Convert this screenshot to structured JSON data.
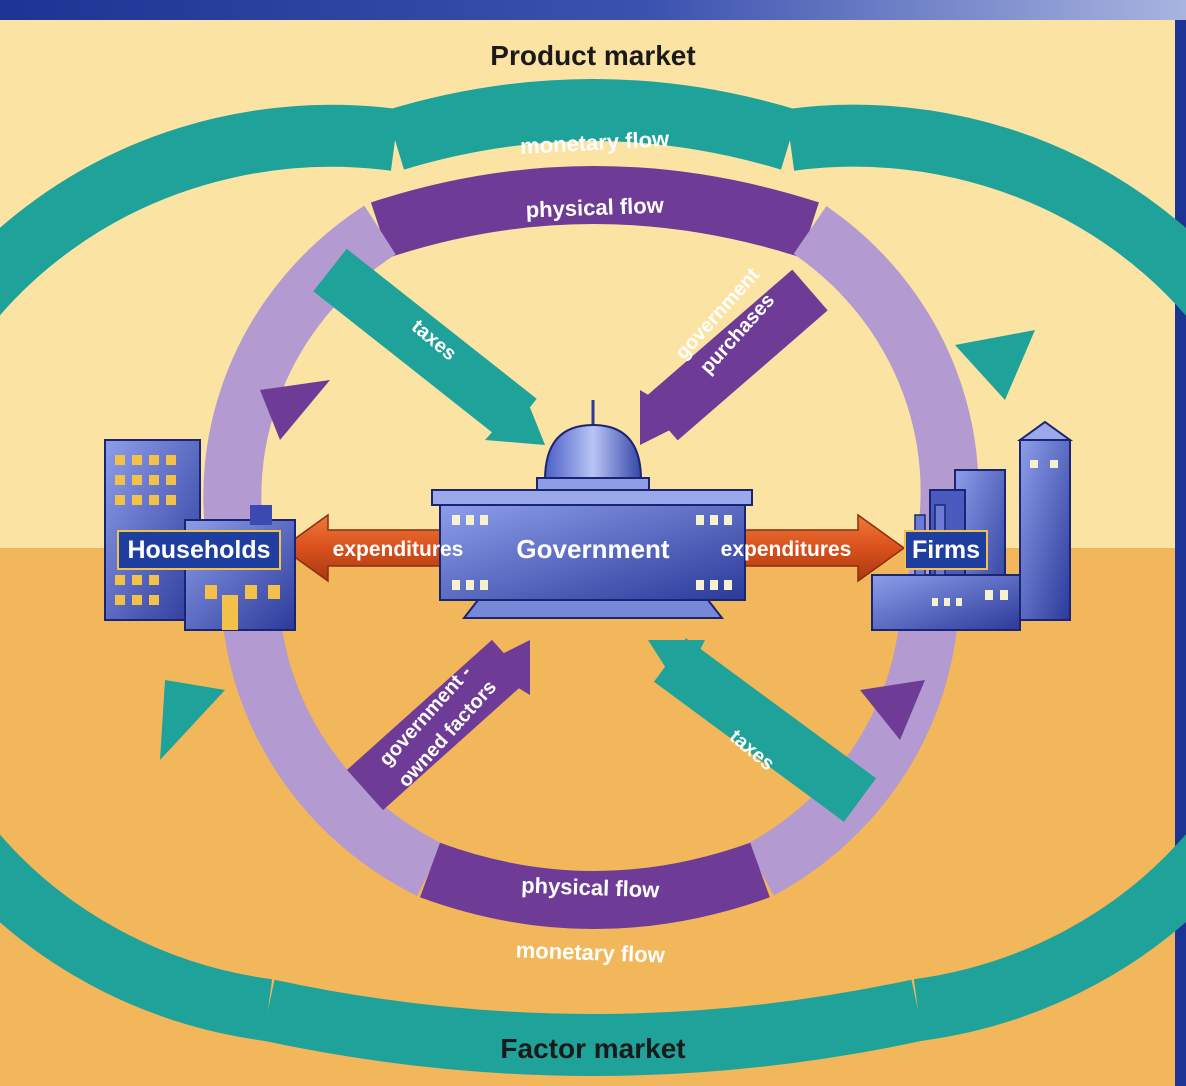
{
  "markets": {
    "top": "Product market",
    "bottom": "Factor market"
  },
  "flows": {
    "monetary_top": "monetary flow",
    "physical_top": "physical flow",
    "physical_bottom": "physical flow",
    "monetary_bottom": "monetary flow"
  },
  "government_flows": {
    "taxes_households": "taxes",
    "government_purchases_line1": "government",
    "government_purchases_line2": "purchases",
    "government_owned_line1": "government -",
    "government_owned_line2": "owned factors",
    "taxes_firms": "taxes"
  },
  "expenditures": {
    "to_households": "expenditures",
    "to_firms": "expenditures"
  },
  "entities": {
    "households": "Households",
    "government": "Government",
    "firms": "Firms"
  },
  "colors": {
    "product_market_bg": "#FBE3A3",
    "factor_market_bg": "#F2B75A",
    "monetary_flow": "#1FA29A",
    "physical_flow": "#6E3C97",
    "physical_flow_light": "#B39AD0",
    "expenditures": "#D9501C",
    "header_band": "#1E3494",
    "label_box": "#1F3FA0"
  },
  "icons": {
    "households": "apartment-house-icon",
    "government": "capitol-building-icon",
    "firms": "factory-skyscraper-icon"
  }
}
